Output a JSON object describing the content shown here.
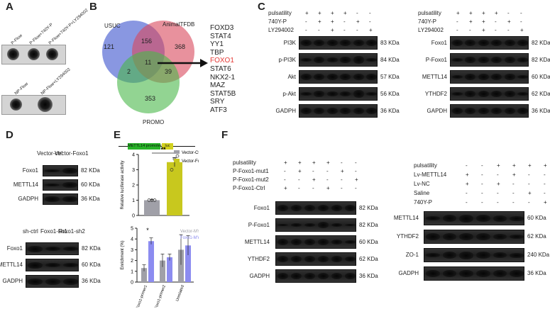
{
  "panels": {
    "A": {
      "label": "A",
      "top_lanes": [
        "P-Flow",
        "P-Flow+740Y-P",
        "P-Flow+740Y-P+LY294002"
      ],
      "bottom_lanes": [
        "NP-Flow",
        "NP-Flow+LY294002"
      ]
    },
    "B": {
      "label": "B",
      "sets": [
        "USUC",
        "AnimalTFDB",
        "PROMO"
      ],
      "counts": {
        "usuc_only": "121",
        "usuc_animal": "156",
        "animal_only": "368",
        "center": "11",
        "usuc_promo": "2",
        "animal_promo": "39",
        "promo_only": "353"
      },
      "genes": [
        "FOXD3",
        "STAT4",
        "YY1",
        "TBP",
        "FOXO1",
        "STAT6",
        "NKX2-1",
        "MAZ",
        "STAT5B",
        "SRY",
        "ATF3"
      ],
      "highlight_color": "#e53935"
    },
    "C": {
      "label": "C",
      "left": {
        "conditions": [
          "pulsatility",
          "740Y-P",
          "LY294002"
        ],
        "signs": [
          [
            "+",
            "+",
            "+",
            "+",
            "-",
            "-"
          ],
          [
            "-",
            "+",
            "+",
            "-",
            "+",
            "-"
          ],
          [
            "-",
            "-",
            "+",
            "-",
            "-",
            "+"
          ]
        ],
        "rows": [
          {
            "name": "PI3K",
            "kda": "83 KDa"
          },
          {
            "name": "p-PI3K",
            "kda": "84 KDa"
          },
          {
            "name": "Akt",
            "kda": "57 KDa"
          },
          {
            "name": "p-Akt",
            "kda": "56 KDa"
          },
          {
            "name": "GADPH",
            "kda": "36 KDa"
          }
        ]
      },
      "right": {
        "conditions": [
          "pulsatility",
          "740Y-P",
          "LY294002"
        ],
        "signs": [
          [
            "+",
            "+",
            "+",
            "+",
            "-",
            "-"
          ],
          [
            "-",
            "+",
            "+",
            "-",
            "+",
            "-"
          ],
          [
            "-",
            "-",
            "+",
            "-",
            "-",
            "+"
          ]
        ],
        "rows": [
          {
            "name": "Foxo1",
            "kda": "82 KDa"
          },
          {
            "name": "P-Foxo1",
            "kda": "82 KDa"
          },
          {
            "name": "METTL14",
            "kda": "60 KDa"
          },
          {
            "name": "YTHDF2",
            "kda": "62 KDa"
          },
          {
            "name": "GAPDH",
            "kda": "36 KDa"
          }
        ]
      }
    },
    "D": {
      "label": "D",
      "top": {
        "lanes": [
          "Vector-ctrl",
          "Vector-Foxo1"
        ],
        "rows": [
          {
            "name": "Foxo1",
            "kda": "82 KDa"
          },
          {
            "name": "METTL14",
            "kda": "60 KDa"
          },
          {
            "name": "GADPH",
            "kda": "36 KDa"
          }
        ]
      },
      "bottom": {
        "lanes": [
          "sh-ctrl",
          "Foxo1-sh1",
          "Foxo1-sh2"
        ],
        "rows": [
          {
            "name": "Foxo1",
            "kda": "82 KDa"
          },
          {
            "name": "METTL14",
            "kda": "60 KDa"
          },
          {
            "name": "GADPH",
            "kda": "36 KDa"
          }
        ]
      }
    },
    "E": {
      "label": "E",
      "construct": {
        "promoter": "METTL14 promoter",
        "reporter": "luc"
      },
      "significance": "**",
      "star": "*"
    },
    "F": {
      "label": "F",
      "left": {
        "conditions": [
          "pulsatility",
          "P-Foxo1-mut1",
          "P-Foxo1-mut2",
          "P-Foxo1-Ctrl"
        ],
        "signs": [
          [
            "+",
            "+",
            "+",
            "+",
            "-",
            "-"
          ],
          [
            "-",
            "+",
            "-",
            "-",
            "+",
            "-"
          ],
          [
            "-",
            "-",
            "+",
            "-",
            "-",
            "+"
          ],
          [
            "+",
            "-",
            "-",
            "+",
            "-",
            "-"
          ]
        ],
        "rows": [
          {
            "name": "Foxo1",
            "kda": "82 KDa"
          },
          {
            "name": "P-Foxo1",
            "kda": "82 KDa"
          },
          {
            "name": "METTL14",
            "kda": "60 KDa"
          },
          {
            "name": "YTHDF2",
            "kda": "62 KDa"
          },
          {
            "name": "GADPH",
            "kda": "36 KDa"
          }
        ]
      },
      "right": {
        "conditions": [
          "pulsatility",
          "Lv-METTL14",
          "Lv-NC",
          "Saline",
          "740Y-P"
        ],
        "signs": [
          [
            "-",
            "-",
            "+",
            "+",
            "+",
            "+"
          ],
          [
            "+",
            "-",
            "-",
            "+",
            "-",
            "-"
          ],
          [
            "+",
            "-",
            "+",
            "-",
            "-",
            "-"
          ],
          [
            "-",
            "-",
            "-",
            "-",
            "+",
            "-"
          ],
          [
            "-",
            "-",
            "-",
            "-",
            "-",
            "+"
          ]
        ],
        "rows": [
          {
            "name": "METTL14",
            "kda": "60 KDa"
          },
          {
            "name": "YTHDF2",
            "kda": "62 KDa"
          },
          {
            "name": "ZO-1",
            "kda": "240 KDa"
          },
          {
            "name": "GADPH",
            "kda": "36 KDa"
          }
        ]
      }
    }
  },
  "chart_data": [
    {
      "type": "bar",
      "categories": [
        "Vector-Ctrl",
        "Vector-Foxo1"
      ],
      "values": [
        1.0,
        3.5
      ],
      "errors": [
        0.05,
        0.3
      ],
      "points": [
        [
          1.0,
          1.0,
          1.0
        ],
        [
          3.0,
          3.7,
          3.9
        ]
      ],
      "ylabel": "Relative luciferase activity",
      "ylim": [
        0,
        4
      ],
      "yticks": [
        "0",
        "1",
        "2",
        "3",
        "4"
      ],
      "legend": [
        "Vector-Ctrl",
        "Vector-Foxo1"
      ],
      "colors": [
        "#a0a0a8",
        "#c8c81e"
      ],
      "legend_position": "top-right"
    },
    {
      "type": "bar",
      "categories": [
        "Foxo1-primer1",
        "Foxo1-primer2",
        "Unrelated"
      ],
      "series": [
        {
          "name": "Vector-MYC",
          "values": [
            1.3,
            2.0,
            3.0
          ],
          "errors": [
            0.3,
            0.6,
            1.4
          ]
        },
        {
          "name": "Foxo1-MYC",
          "values": [
            3.8,
            2.3,
            3.4
          ],
          "errors": [
            0.3,
            0.3,
            0.9
          ]
        }
      ],
      "ylabel": "Enrichment (%)",
      "ylim": [
        0,
        5
      ],
      "yticks": [
        "0",
        "1",
        "2",
        "3",
        "4",
        "5"
      ],
      "colors": [
        "#a0a0a8",
        "#8c8cf0"
      ],
      "legend_position": "top-right"
    }
  ]
}
